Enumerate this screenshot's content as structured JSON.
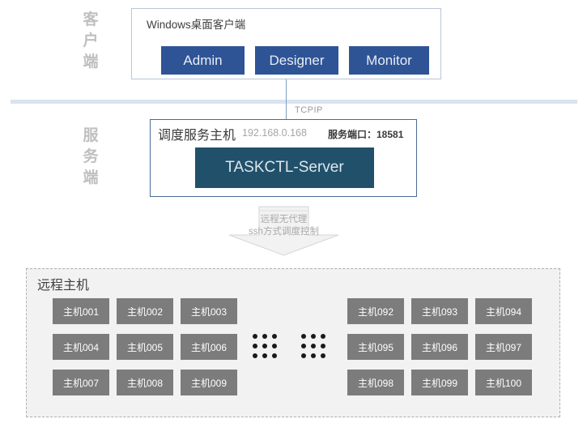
{
  "sections": {
    "client_label": [
      "客",
      "户",
      "端"
    ],
    "server_label": [
      "服",
      "务",
      "端"
    ]
  },
  "client": {
    "title": "Windows桌面客户端",
    "buttons": [
      {
        "label": "Admin"
      },
      {
        "label": "Designer"
      },
      {
        "label": "Monitor"
      }
    ]
  },
  "connector": {
    "protocol": "TCPIP"
  },
  "server": {
    "host_name": "调度服务主机",
    "host_ip": "192.168.0.168",
    "port_label": "服务端口：18581",
    "core_name": "TASKCTL-Server"
  },
  "ssh_arrow": {
    "lines": [
      "远程无代理",
      "ssh方式调度控制"
    ]
  },
  "remote": {
    "title": "远程主机",
    "hosts_left": [
      "主机001",
      "主机002",
      "主机003",
      "主机004",
      "主机005",
      "主机006",
      "主机007",
      "主机008",
      "主机009"
    ],
    "hosts_right": [
      "主机092",
      "主机093",
      "主机094",
      "主机095",
      "主机096",
      "主机097",
      "主机098",
      "主机099",
      "主机100"
    ]
  },
  "colors": {
    "client_button": "#2E5496",
    "server_core": "#21506B",
    "host_box": "#7C7C7C",
    "divider_band": "#DBE2F1",
    "container_bg": "#F2F2F2"
  }
}
